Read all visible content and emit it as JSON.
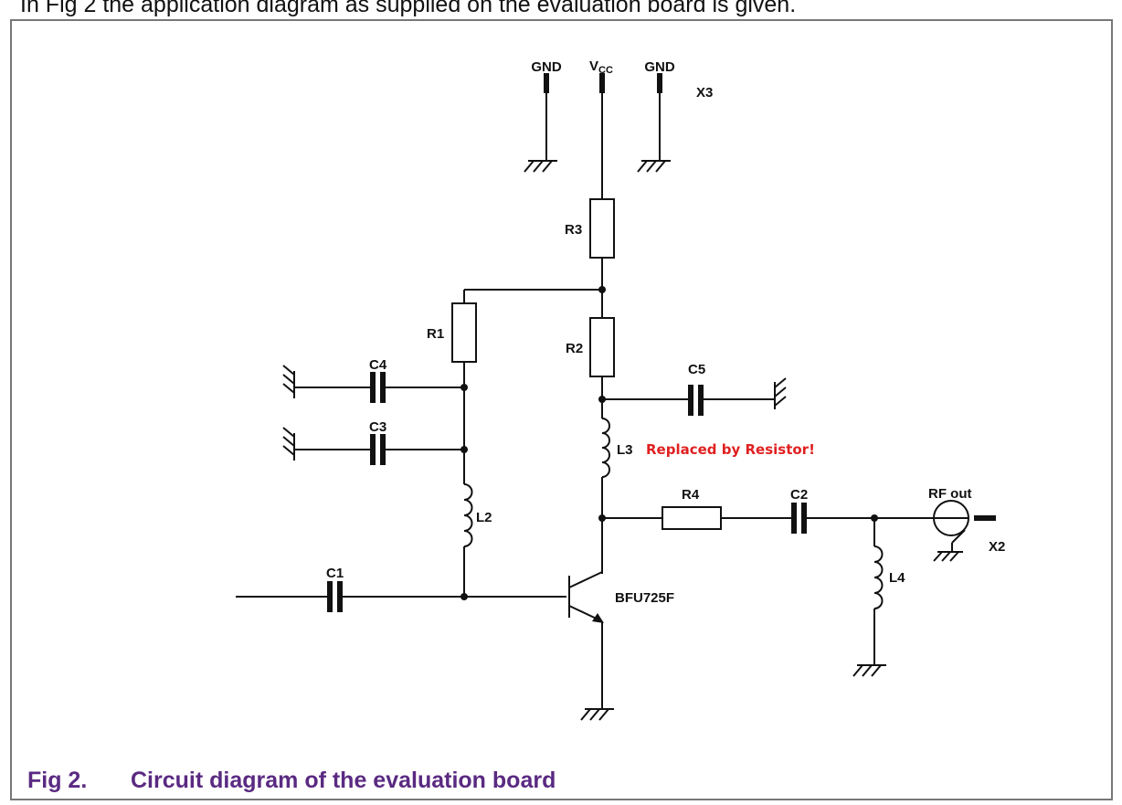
{
  "intro": "In Fig 2 the application diagram as supplied on the evaluation board is given.",
  "caption": {
    "number": "Fig 2.",
    "title": "Circuit diagram of the evaluation board"
  },
  "labels": {
    "gnd_left": "GND",
    "vcc_main": "V",
    "vcc_sub": "CC",
    "gnd_right": "GND",
    "x3": "X3",
    "r3": "R3",
    "r1": "R1",
    "r2": "R2",
    "c4": "C4",
    "c3": "C3",
    "c5": "C5",
    "l3": "L3",
    "l3_note": "Replaced by Resistor!",
    "l2": "L2",
    "r4": "R4",
    "c2": "C2",
    "rf_out": "RF out",
    "x2": "X2",
    "l4": "L4",
    "c1": "C1",
    "transistor": "BFU725F"
  },
  "colors": {
    "caption": "#5a2a82",
    "note": "#e02020",
    "frame": "#777777"
  }
}
